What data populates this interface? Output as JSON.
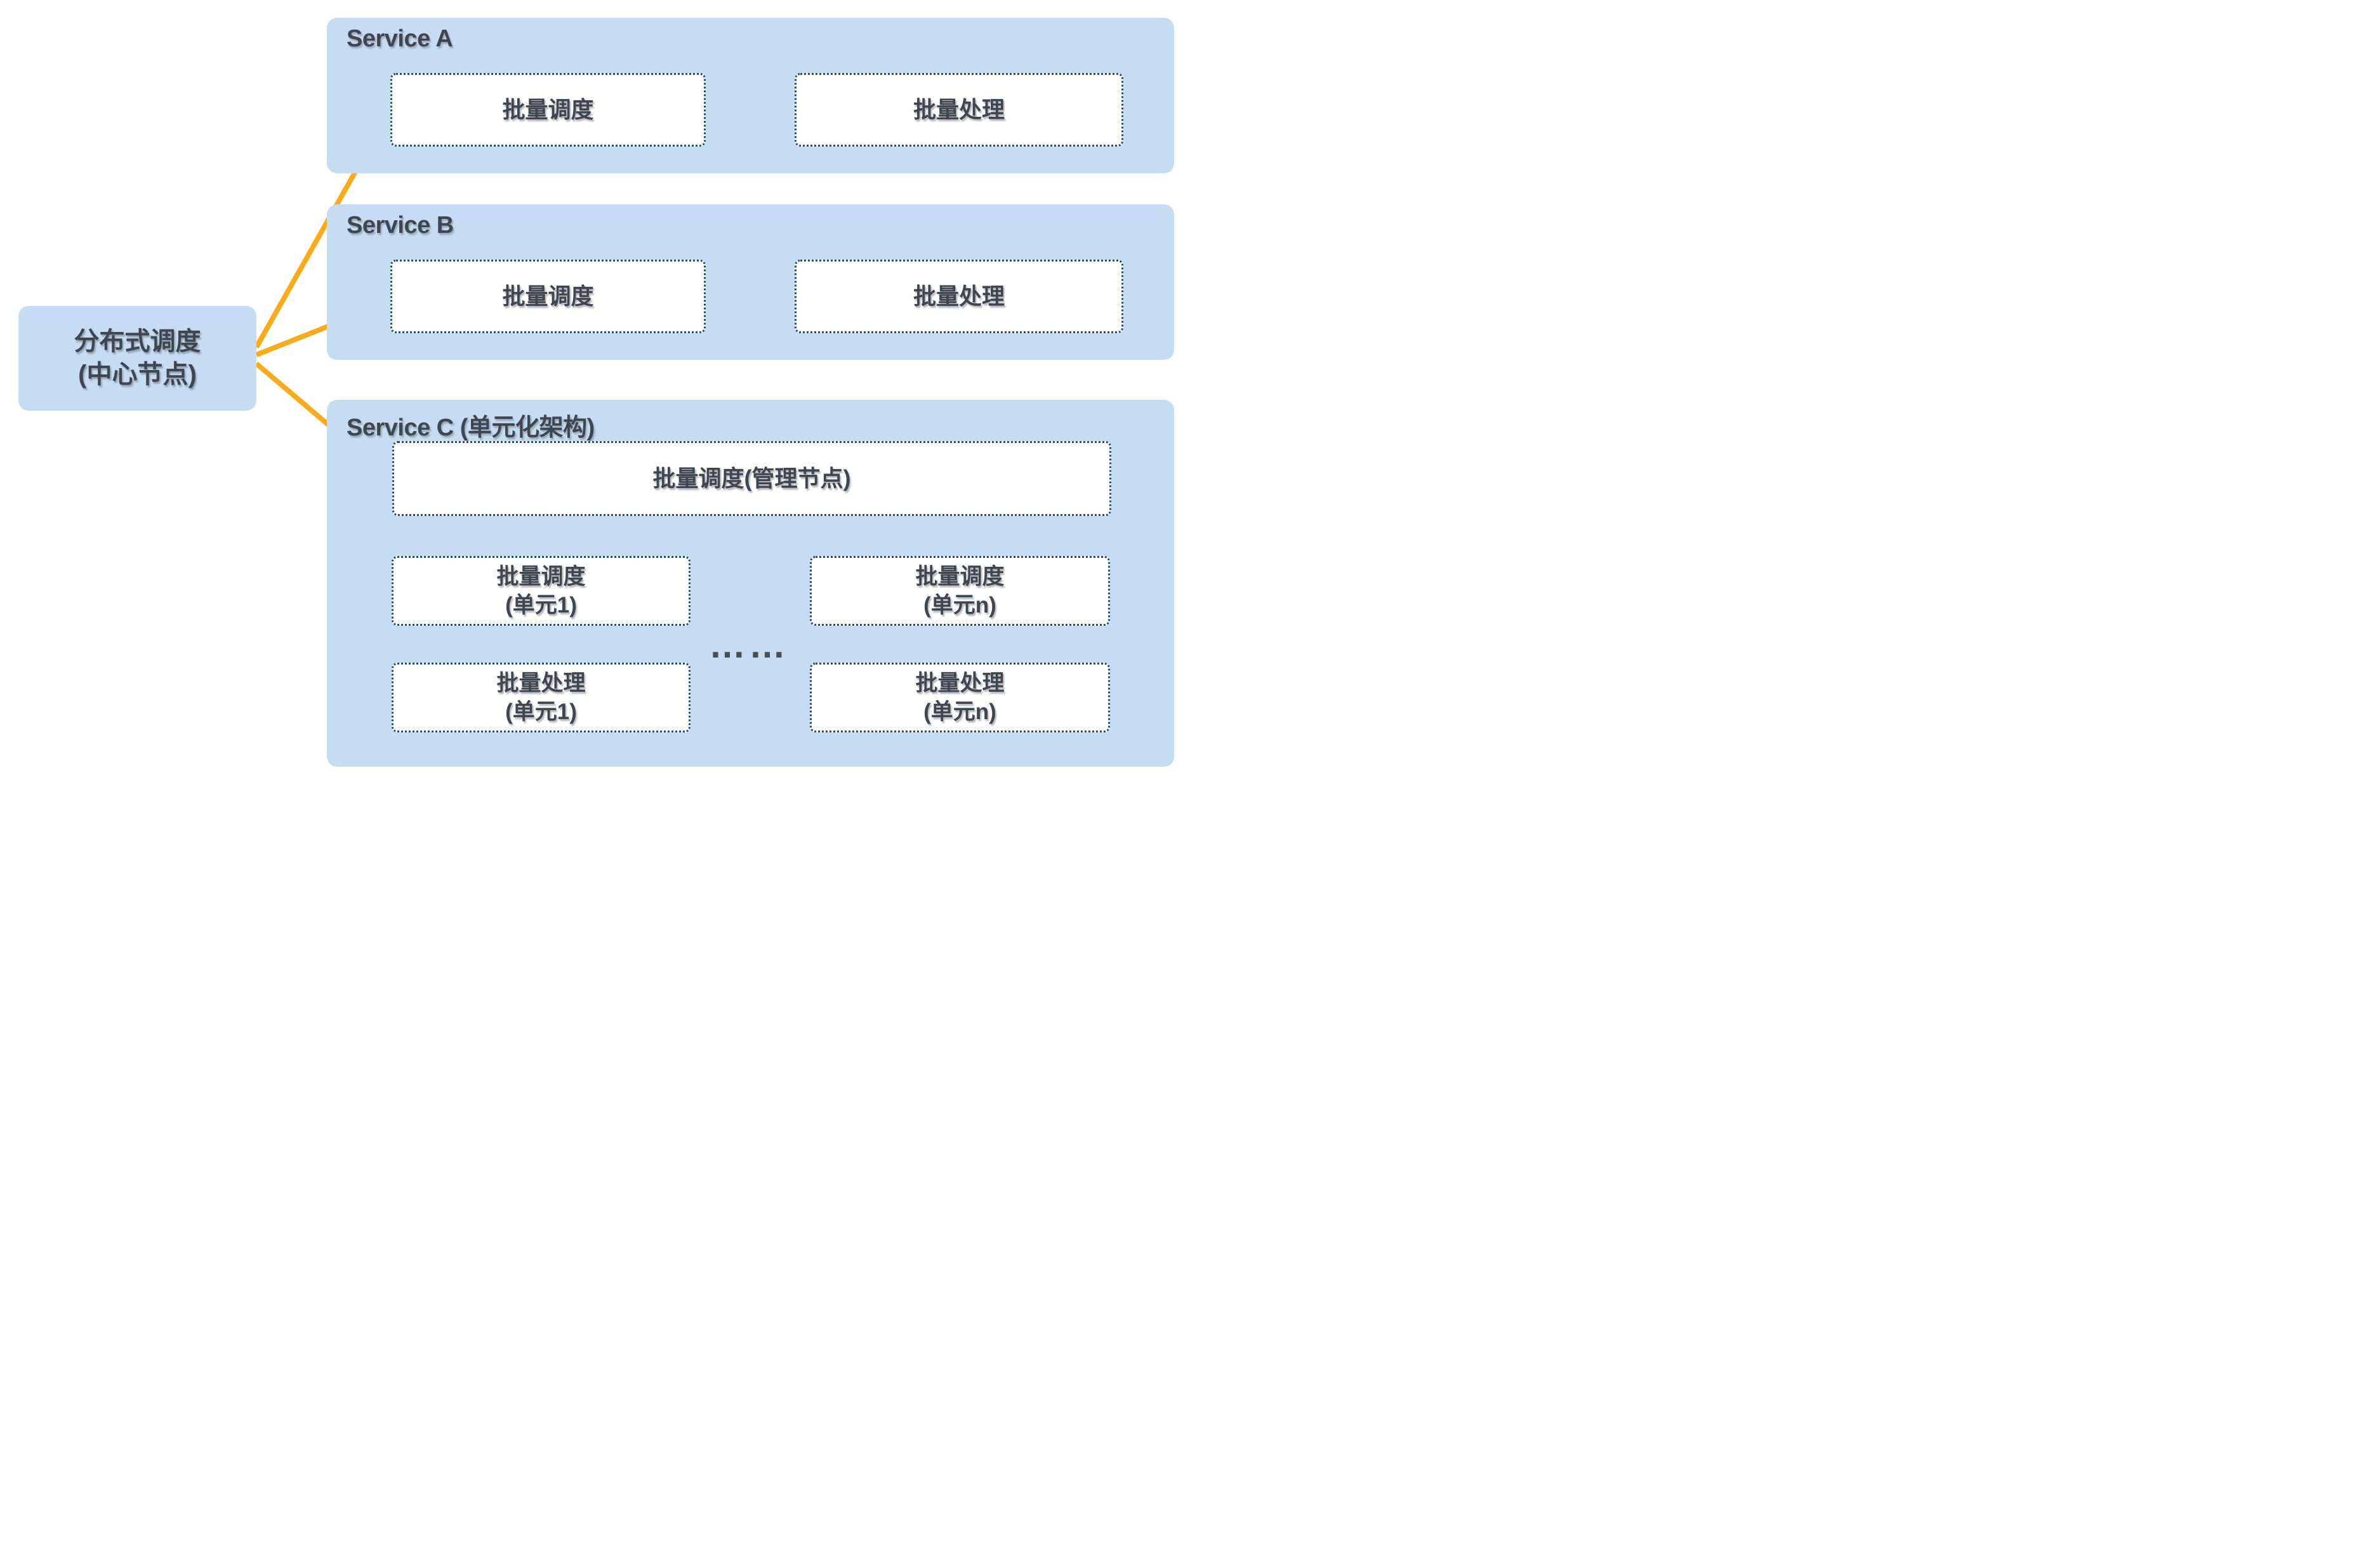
{
  "colors": {
    "panel_fill": "#c5dcf2",
    "box_border": "#1c4b76",
    "arrow": "#f9ab18",
    "text": "#3e4651",
    "background": "#ffffff"
  },
  "central_node": {
    "line1": "分布式调度",
    "line2": "(中心节点)"
  },
  "services": [
    {
      "title": "Service A",
      "boxes": [
        {
          "label": "批量调度"
        },
        {
          "label": "批量处理"
        }
      ]
    },
    {
      "title": "Service B",
      "boxes": [
        {
          "label": "批量调度"
        },
        {
          "label": "批量处理"
        }
      ]
    },
    {
      "title": "Service C (单元化架构)",
      "manager_label": "批量调度(管理节点)",
      "units": [
        {
          "sched_line1": "批量调度",
          "sched_line2": "(单元1)",
          "proc_line1": "批量处理",
          "proc_line2": "(单元1)"
        },
        {
          "sched_line1": "批量调度",
          "sched_line2": "(单元n)",
          "proc_line1": "批量处理",
          "proc_line2": "(单元n)"
        }
      ],
      "ellipsis": "……"
    }
  ]
}
